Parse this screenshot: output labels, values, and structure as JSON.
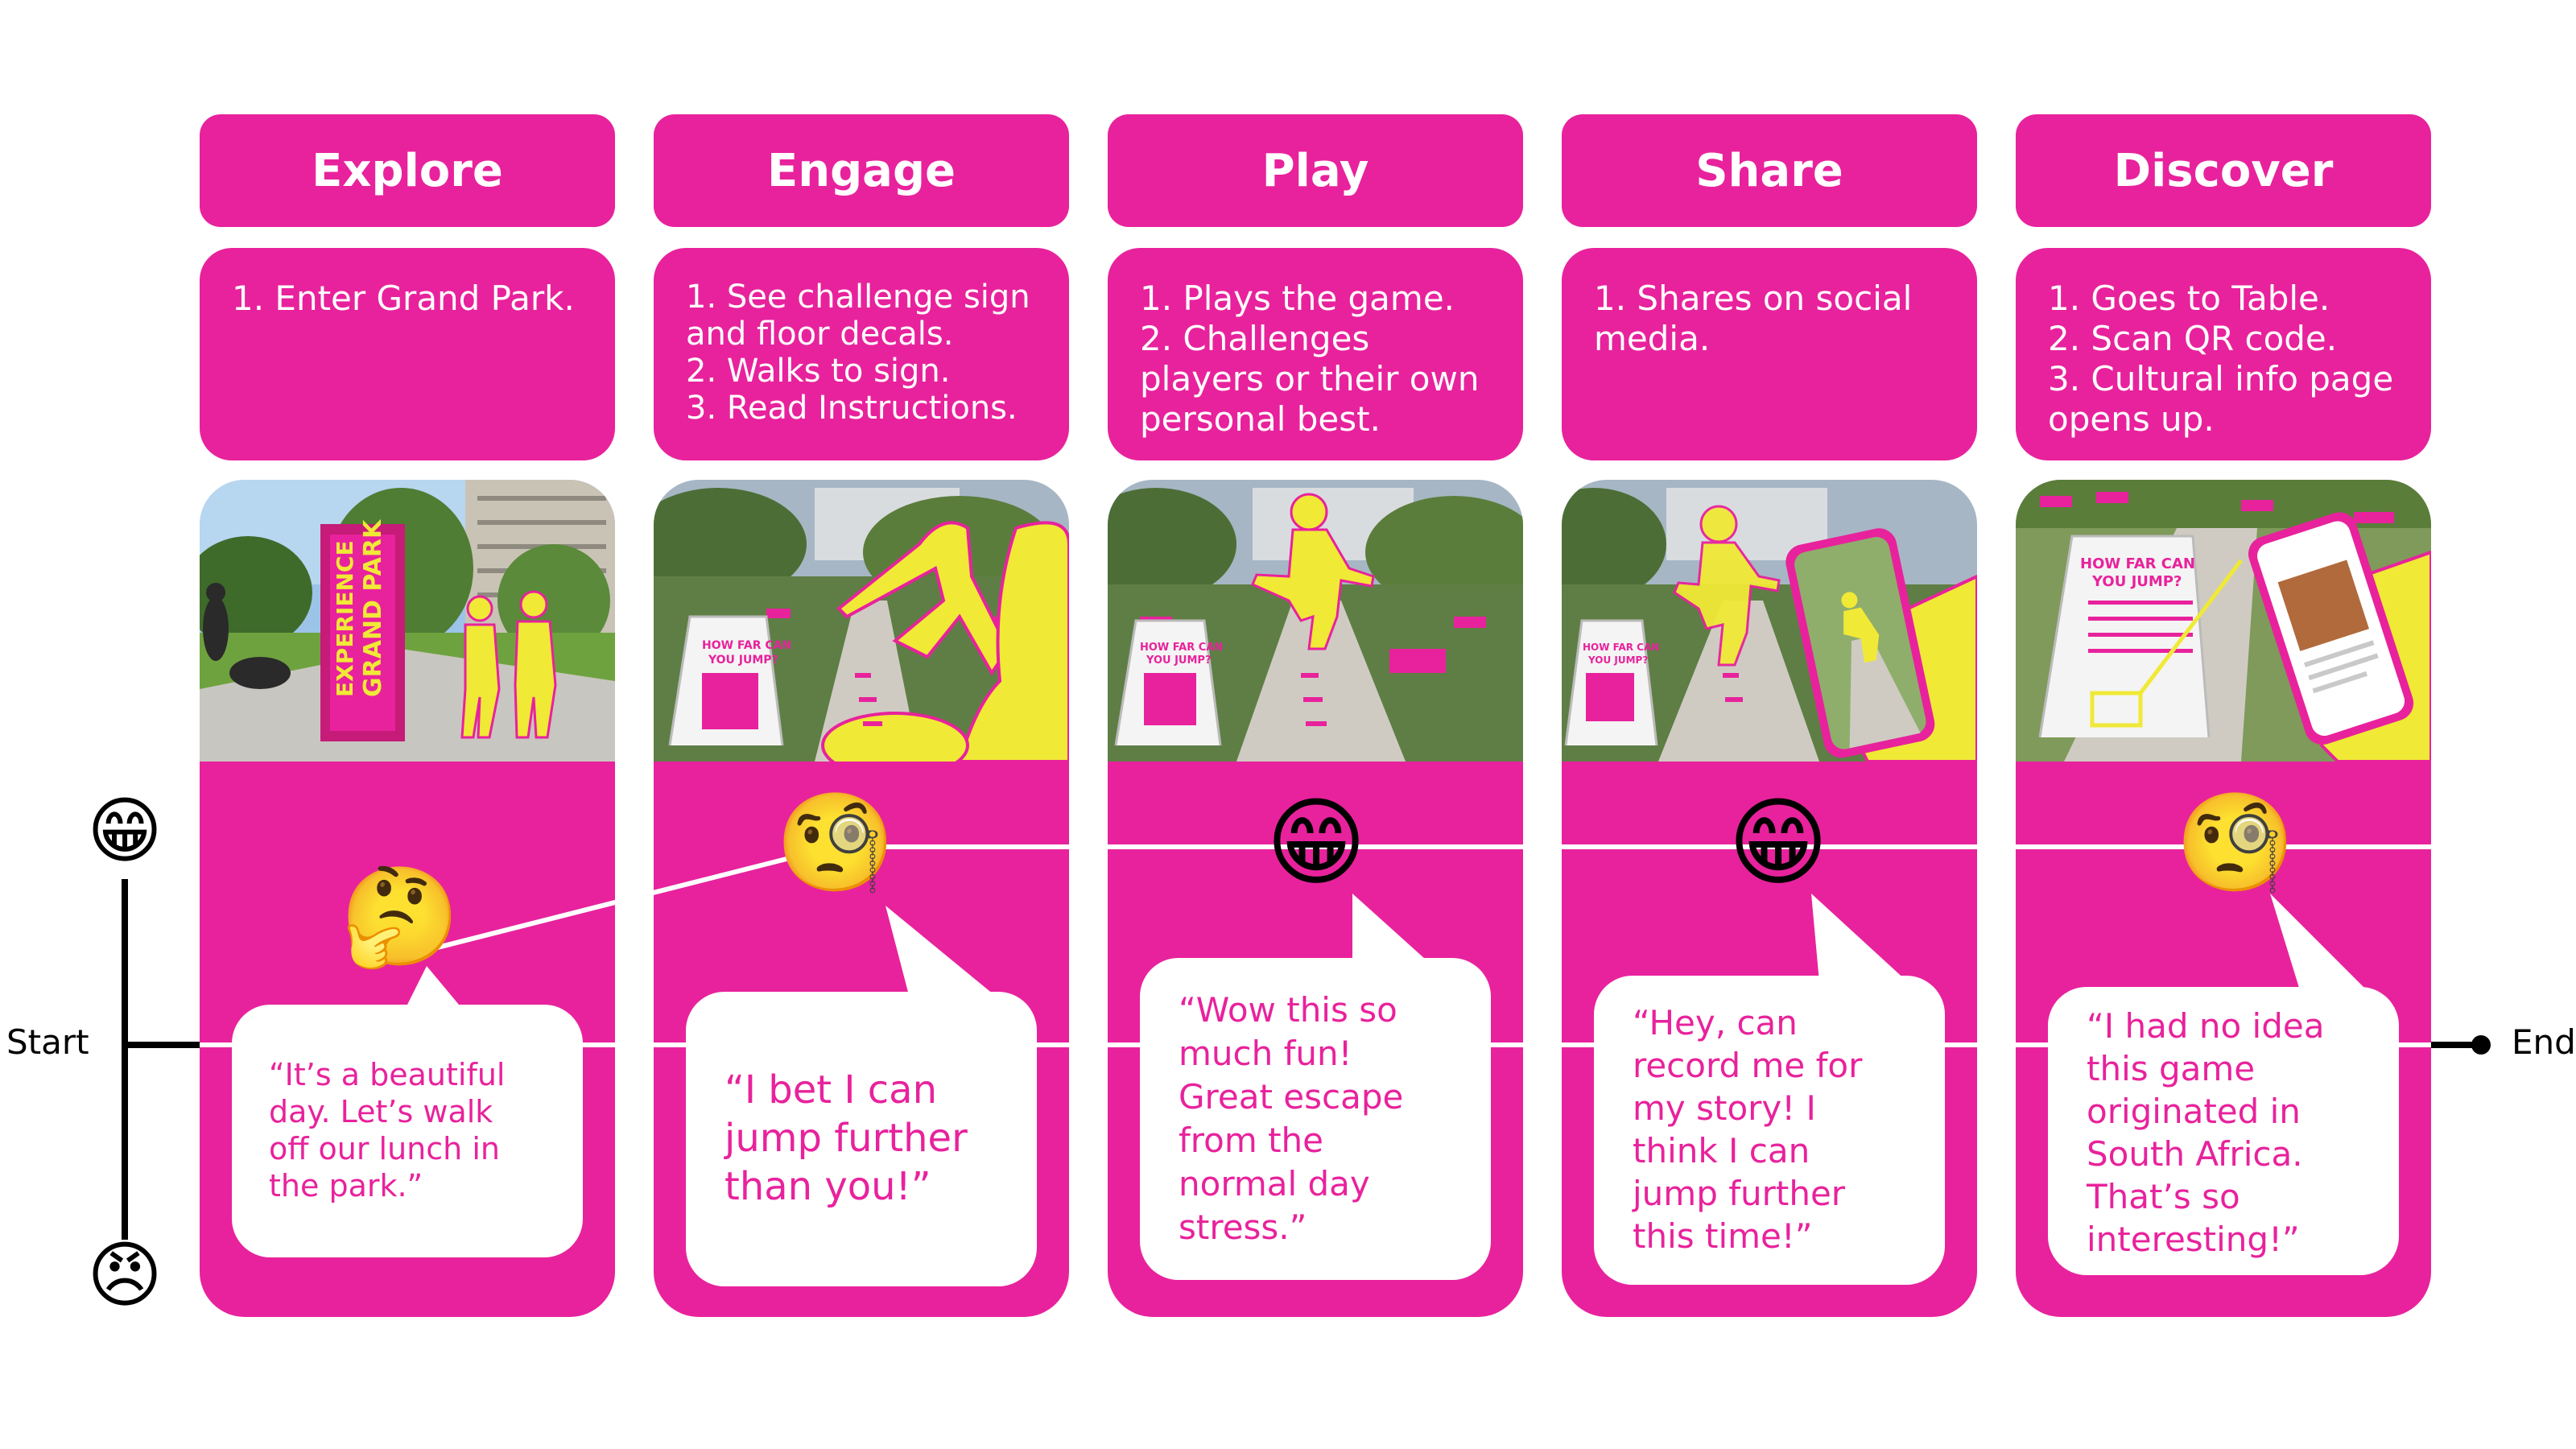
{
  "timeline": {
    "start_label": "Start",
    "end_label": "End",
    "top_emoji": "😁",
    "bottom_emoji": "😠"
  },
  "stages": [
    {
      "title": "Explore",
      "steps": [
        "1. Enter Grand Park."
      ],
      "sign_text": [
        "EXPERIENCE",
        "GRAND PARK"
      ],
      "emoji": "🤔",
      "quote": [
        "“It’s a beautiful",
        "day. Let’s walk",
        "off our lunch in",
        "the park.”"
      ]
    },
    {
      "title": "Engage",
      "steps": [
        "1. See challenge sign",
        "and floor decals.",
        "2. Walks to sign.",
        "3. Read Instructions."
      ],
      "sign_text": [
        "HOW FAR CAN",
        "YOU JUMP?"
      ],
      "emoji": "🧐",
      "quote": [
        "“I bet I can",
        "jump further",
        "than you!”"
      ]
    },
    {
      "title": "Play",
      "steps": [
        "1. Plays the game.",
        "2. Challenges",
        "players or their own",
        "personal best."
      ],
      "sign_text": [
        "HOW FAR CAN",
        "YOU JUMP?"
      ],
      "emoji": "😁",
      "quote": [
        "“Wow this so",
        "much fun!",
        "Great escape",
        "from the",
        "normal day",
        "stress.”"
      ]
    },
    {
      "title": "Share",
      "steps": [
        "1. Shares on social",
        "media."
      ],
      "sign_text": [
        "HOW FAR CAN",
        "YOU JUMP?"
      ],
      "emoji": "😁",
      "quote": [
        "“Hey, can",
        "record me for",
        "my story! I",
        "think I can",
        "jump further",
        "this time!”"
      ]
    },
    {
      "title": "Discover",
      "steps": [
        "1. Goes to Table.",
        "2. Scan QR code.",
        "3. Cultural info page",
        "opens up."
      ],
      "sign_text": [
        "HOW FAR CAN",
        "YOU JUMP?"
      ],
      "emoji": "🧐",
      "quote": [
        "“I had no idea",
        "this game",
        "originated in",
        "South Africa.",
        "That’s so",
        "interesting!”"
      ]
    }
  ],
  "colors": {
    "magenta": "#e8229c",
    "yellow": "#f0e936",
    "white": "#ffffff",
    "black": "#000000"
  }
}
